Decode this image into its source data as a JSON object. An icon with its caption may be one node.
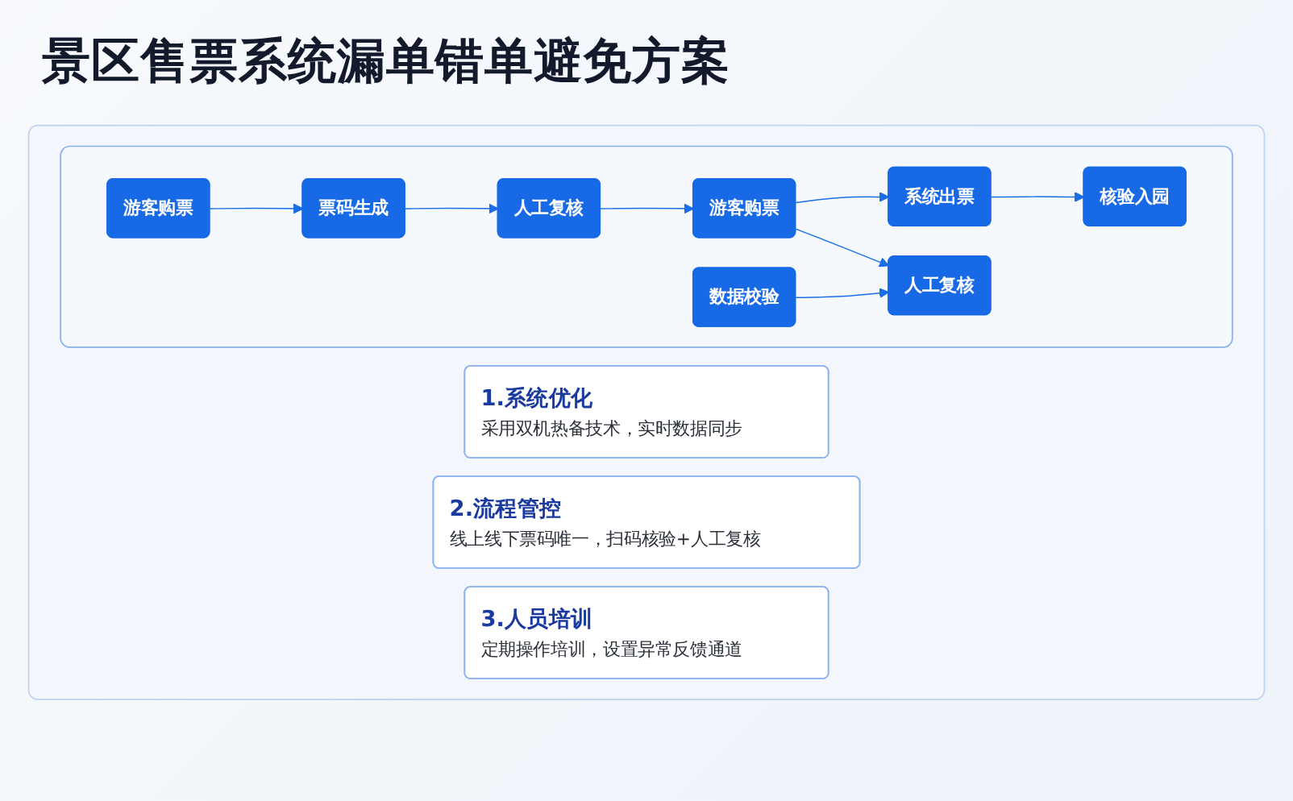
{
  "diagram": {
    "title": "景区售票系统漏单错单避免方案",
    "nodes": [
      {
        "text": [],
        "shape": "box"
      },
      {
        "text": [
          "1.系统优化",
          "采用双机热备技术，实时数据同步"
        ],
        "in": 0
      },
      {
        "text": [
          "2.流程管控",
          "线上线下票码唯一，扫码核验+人工复核"
        ],
        "in": 0
      },
      {
        "text": [
          "3.人员培训",
          "定期操作培训，设置异常反馈通道"
        ],
        "in": 0
      },
      {
        "text": [],
        "shape": "box",
        "in": 0
      },
      {
        "text": [
          "游客购票"
        ],
        "in": 4
      },
      {
        "text": [
          "票码生成"
        ],
        "in": 4
      },
      {
        "text": [
          "人工复核"
        ],
        "in": 4
      },
      {
        "text": [
          "游客购票"
        ],
        "in": 4
      },
      {
        "text": [
          "系统出票"
        ],
        "in": 4
      },
      {
        "text": [
          "核验入园"
        ],
        "in": 4
      },
      {
        "text": [
          "数据校验"
        ],
        "in": 4
      },
      {
        "text": [
          "人工复核"
        ],
        "in": 4
      }
    ],
    "edges": [
      {
        "from": 5,
        "to": 6,
        "arrow": "to"
      },
      {
        "from": 6,
        "to": 7,
        "arrow": "to"
      },
      {
        "from": 7,
        "to": 8,
        "arrow": "to"
      },
      {
        "from": 8,
        "to": 9,
        "arrow": "to"
      },
      {
        "from": 9,
        "to": 10,
        "arrow": "to"
      },
      {
        "from": 8,
        "to": 12,
        "arrow": "to"
      },
      {
        "from": 11,
        "to": 12,
        "arrow": "to"
      }
    ]
  }
}
